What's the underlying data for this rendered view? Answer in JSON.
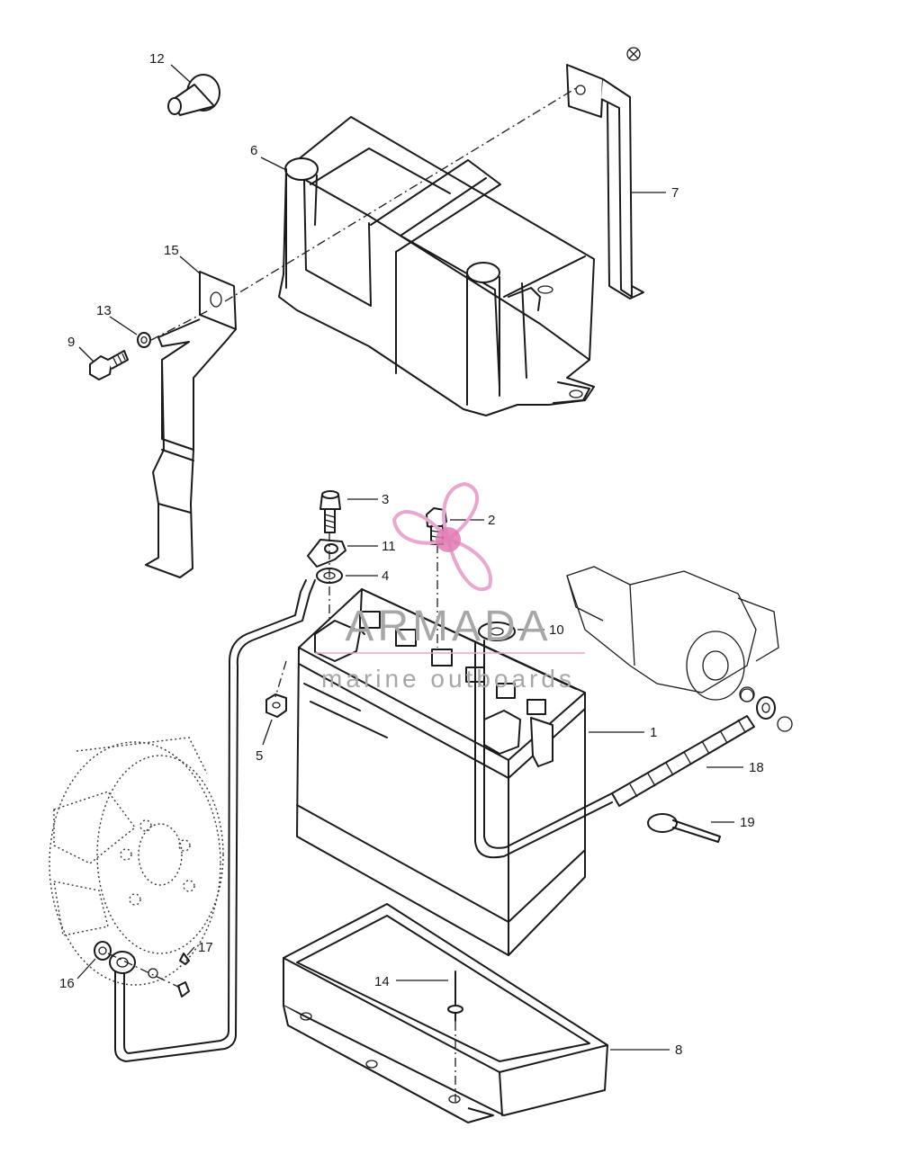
{
  "callouts": [
    {
      "id": "1",
      "text": "1"
    },
    {
      "id": "2",
      "text": "2"
    },
    {
      "id": "3",
      "text": "3"
    },
    {
      "id": "4",
      "text": "4"
    },
    {
      "id": "5",
      "text": "5"
    },
    {
      "id": "6",
      "text": "6"
    },
    {
      "id": "7",
      "text": "7"
    },
    {
      "id": "8",
      "text": "8"
    },
    {
      "id": "9",
      "text": "9"
    },
    {
      "id": "10",
      "text": "10"
    },
    {
      "id": "11",
      "text": "11"
    },
    {
      "id": "12",
      "text": "12"
    },
    {
      "id": "13",
      "text": "13"
    },
    {
      "id": "14",
      "text": "14"
    },
    {
      "id": "15",
      "text": "15"
    },
    {
      "id": "16",
      "text": "16"
    },
    {
      "id": "17",
      "text": "17"
    },
    {
      "id": "18",
      "text": "18"
    },
    {
      "id": "19",
      "text": "19"
    }
  ],
  "watermark": {
    "brand": "ARMADA",
    "tagline": "marine outboards",
    "logo_icon": "propeller-icon",
    "colors": {
      "propeller": "#e9a6cf",
      "hub": "#e07bb4",
      "text": "#a7a7a7"
    }
  }
}
